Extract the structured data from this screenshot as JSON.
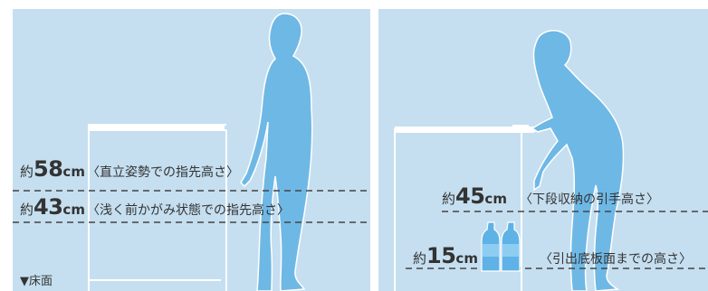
{
  "left_panel": {
    "measure_top": {
      "prefix": "約",
      "value": "58",
      "unit": "cm",
      "desc": "〈直立姿勢での指先高さ〉"
    },
    "measure_bottom": {
      "prefix": "約",
      "value": "43",
      "unit": "cm",
      "desc": "〈浅く前かがみ状態での指先高さ〉"
    },
    "floor_label": "▼床面"
  },
  "right_panel": {
    "measure_top": {
      "prefix": "約",
      "value": "45",
      "unit": "cm",
      "desc": "〈下段収納の引手高さ〉"
    },
    "measure_bottom": {
      "prefix": "約",
      "value": "15",
      "unit": "cm",
      "desc": "〈引出底板面までの高さ〉"
    }
  },
  "colors": {
    "background": "#c5dff0",
    "figure": "#6eb8e6",
    "outline": "#ffffff",
    "dash": "#444444",
    "bottle": "#5fb2e6"
  }
}
